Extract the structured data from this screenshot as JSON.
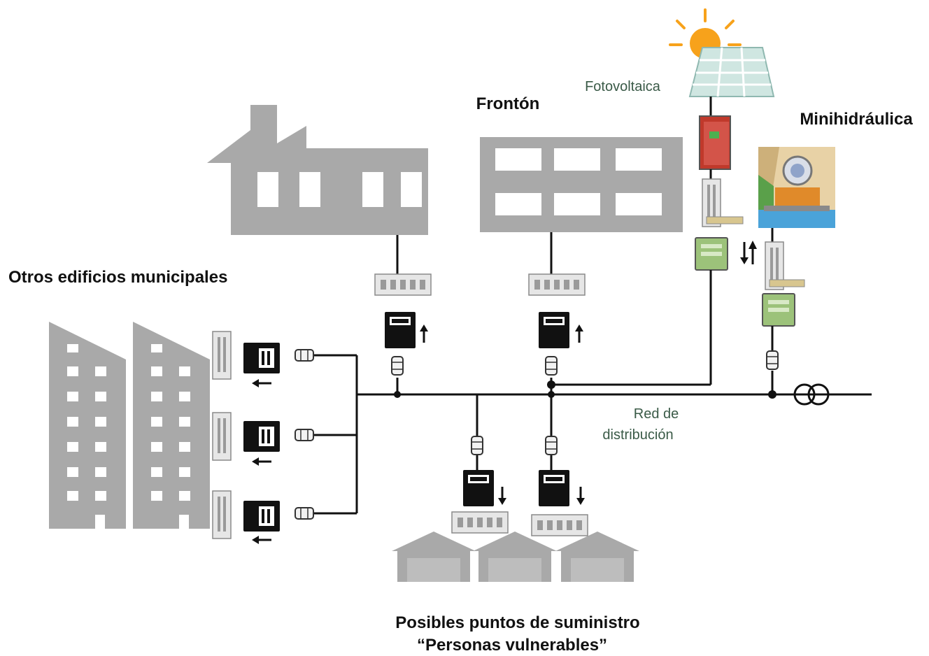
{
  "labels": {
    "fronton": "Frontón",
    "fotovoltaica": "Fotovoltaica",
    "minihidraulica": "Minihidráulica",
    "otros_edificios": "Otros edificios municipales",
    "red_line1": "Red de",
    "red_line2": "distribución",
    "posibles_line1": "Posibles puntos de suministro",
    "posibles_line2": "“Personas vulnerables”"
  },
  "colors": {
    "building": "#a9a9a9",
    "line": "#111111",
    "meter": "#111111",
    "meter_green": "#9cc27a",
    "label_green": "#3a5a47",
    "label_blue": "#2b5c8c",
    "sun": "#f7a21b",
    "panel": "#cfe6e1",
    "inverter": "#c0392b"
  },
  "icons": [
    "sun-icon",
    "solar-panel-icon",
    "inverter-icon",
    "breaker-icon",
    "meter-icon",
    "arrow-up-icon",
    "arrow-down-icon",
    "arrow-left-icon",
    "fuse-icon",
    "transformer-icon",
    "turbine-icon",
    "house-icon"
  ]
}
